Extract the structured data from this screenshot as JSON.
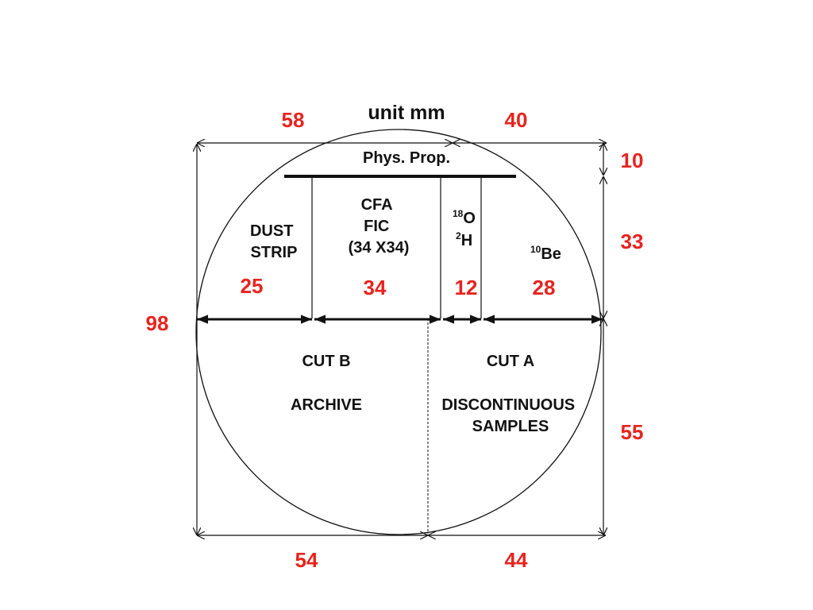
{
  "title": "unit mm",
  "colors": {
    "dimension_text": "#e8231e",
    "line": "#111111",
    "background": "#ffffff"
  },
  "sections": {
    "phys_prop": "Phys. Prop.",
    "dust_strip": [
      "DUST",
      "STRIP"
    ],
    "cfa_fic": [
      "CFA",
      "FIC",
      "(34 X34)"
    ],
    "isotopes": {
      "o18_sup": "18",
      "o18": "O",
      "h2_sup": "2",
      "h2": "H"
    },
    "be10": {
      "sup": "10",
      "text": "Be"
    },
    "cut_b": "CUT B",
    "archive": "ARCHIVE",
    "cut_a": "CUT A",
    "discontinuous": [
      "DISCONTINUOUS",
      "SAMPLES"
    ]
  },
  "dimensions": {
    "top_left": "58",
    "top_right": "40",
    "right_top": "10",
    "right_middle": "33",
    "right_bottom": "55",
    "left": "98",
    "dust_strip": "25",
    "cfa_fic": "34",
    "isotopes": "12",
    "be10": "28",
    "bottom_left": "54",
    "bottom_right": "44"
  }
}
